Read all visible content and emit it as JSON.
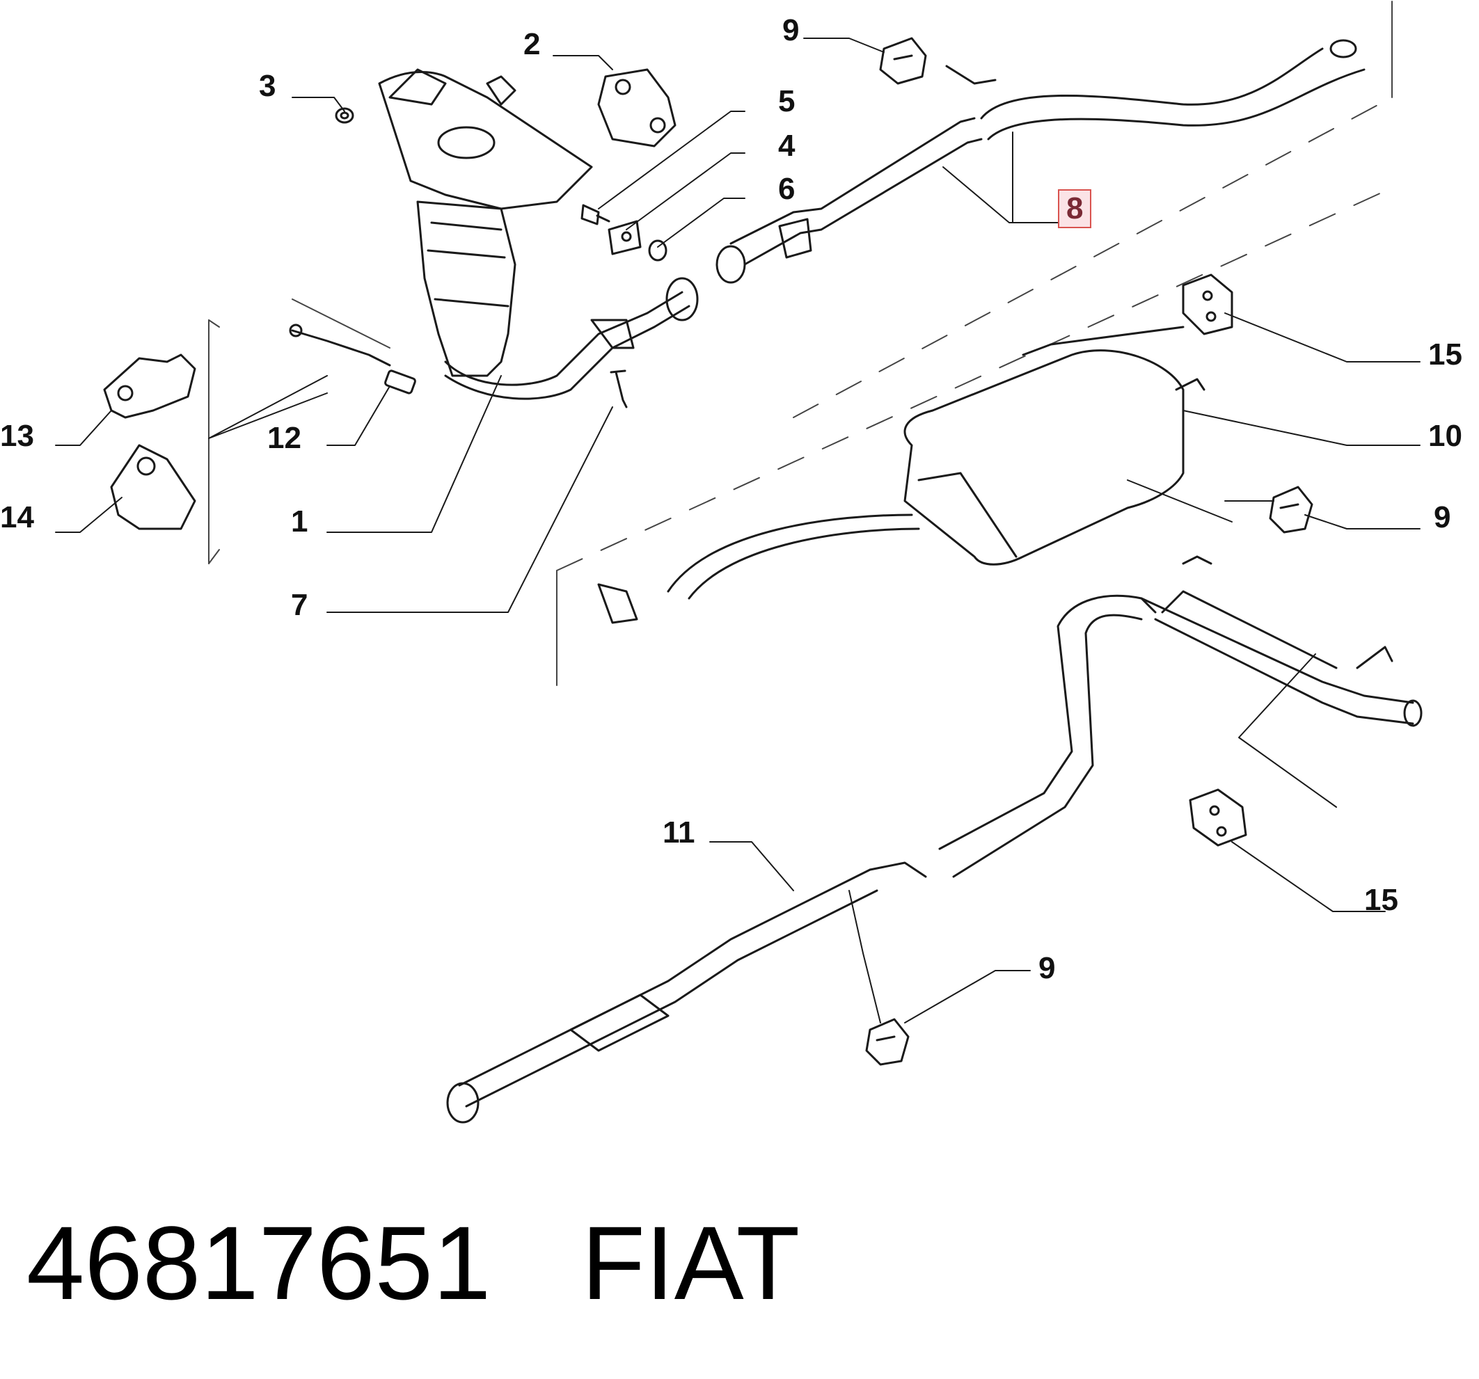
{
  "diagram": {
    "callouts": [
      {
        "id": "c1",
        "label": "1",
        "part": "catalytic-converter-manifold"
      },
      {
        "id": "c2",
        "label": "2",
        "part": "manifold-gasket"
      },
      {
        "id": "c3",
        "label": "3",
        "part": "nut"
      },
      {
        "id": "c4",
        "label": "4",
        "part": "bracket"
      },
      {
        "id": "c5",
        "label": "5",
        "part": "bolt"
      },
      {
        "id": "c6",
        "label": "6",
        "part": "ring"
      },
      {
        "id": "c7",
        "label": "7",
        "part": "screw"
      },
      {
        "id": "c8",
        "label": "8",
        "part": "intermediate-pipe",
        "highlighted": true
      },
      {
        "id": "c9a",
        "label": "9",
        "part": "rubber-mount"
      },
      {
        "id": "c9b",
        "label": "9",
        "part": "rubber-mount"
      },
      {
        "id": "c9c",
        "label": "9",
        "part": "rubber-mount"
      },
      {
        "id": "c10",
        "label": "10",
        "part": "rear-silencer"
      },
      {
        "id": "c11",
        "label": "11",
        "part": "front-pipe"
      },
      {
        "id": "c12",
        "label": "12",
        "part": "lambda-sensor"
      },
      {
        "id": "c13",
        "label": "13",
        "part": "sensor-bracket"
      },
      {
        "id": "c14",
        "label": "14",
        "part": "sensor-bracket"
      },
      {
        "id": "c15a",
        "label": "15",
        "part": "hanger-rubber"
      },
      {
        "id": "c15b",
        "label": "15",
        "part": "hanger-rubber"
      }
    ],
    "colors": {
      "line": "#1a1a1a",
      "highlight_border": "#d9534f",
      "highlight_fill": "#fbe3e6"
    }
  },
  "caption": {
    "part_number": "46817651",
    "brand": "FIAT"
  }
}
